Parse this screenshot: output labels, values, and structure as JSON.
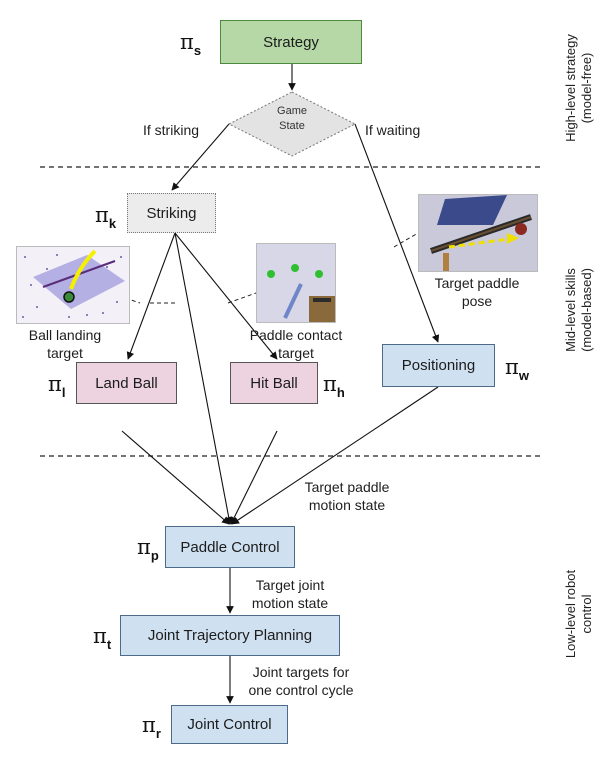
{
  "nodes": {
    "strategy": "Strategy",
    "game_state": [
      "Game",
      "State"
    ],
    "striking": "Striking",
    "positioning": "Positioning",
    "land_ball": "Land Ball",
    "hit_ball": "Hit Ball",
    "paddle_control": "Paddle Control",
    "joint_trajectory_planning": "Joint Trajectory Planning",
    "joint_control": "Joint Control"
  },
  "edge_labels": {
    "if_striking": "If striking",
    "if_waiting": "If waiting",
    "target_paddle_motion_state": [
      "Target paddle",
      "motion state"
    ],
    "target_joint_motion_state": [
      "Target joint",
      "motion state"
    ],
    "joint_targets": [
      "Joint targets for",
      "one control cycle"
    ]
  },
  "image_captions": {
    "ball_landing_target": [
      "Ball landing",
      "target"
    ],
    "paddle_contact_target": [
      "Paddle contact",
      "target"
    ],
    "target_paddle_pose": [
      "Target paddle",
      "pose"
    ]
  },
  "policies": {
    "s": {
      "symbol": "π",
      "sub": "s"
    },
    "k": {
      "symbol": "π",
      "sub": "k"
    },
    "w": {
      "symbol": "π",
      "sub": "w"
    },
    "l": {
      "symbol": "π",
      "sub": "l"
    },
    "h": {
      "symbol": "π",
      "sub": "h"
    },
    "p": {
      "symbol": "π",
      "sub": "p"
    },
    "t": {
      "symbol": "π",
      "sub": "t"
    },
    "r": {
      "symbol": "π",
      "sub": "r"
    }
  },
  "levels": {
    "high": [
      "High-level strategy",
      "(model-free)"
    ],
    "mid": [
      "Mid-level skills",
      "(model-based)"
    ],
    "low": [
      "Low-level robot",
      "control"
    ]
  },
  "colors": {
    "strategy_fill": "#b5d8a6",
    "striking_fill": "#ececec",
    "skill_fill": "#ecd3df",
    "control_fill": "#cfe0f1"
  }
}
